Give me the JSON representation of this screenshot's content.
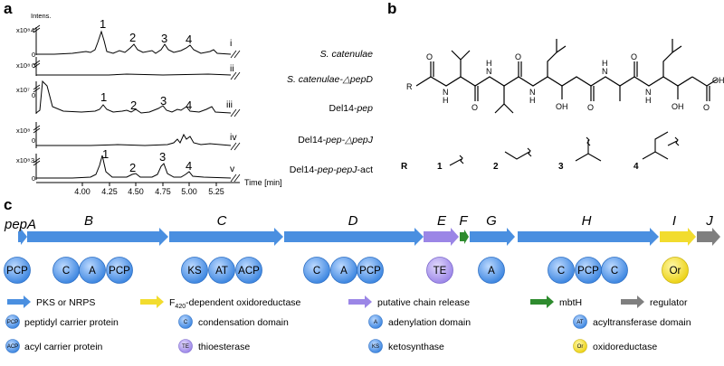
{
  "panel_a": {
    "letter": "a",
    "y_axis_title": "Intens.",
    "x_axis_title": "Time [min]",
    "x_ticks": [
      "4.00",
      "4.25",
      "4.50",
      "4.75",
      "5.00",
      "5.25"
    ],
    "traces": [
      {
        "roman": "i",
        "scale": "x10⁸",
        "ticks": [
          "4",
          "0"
        ],
        "label_plain": "S. catenulae",
        "label_italic": "",
        "label_after": "",
        "peaks": [
          "1",
          "2",
          "3",
          "4"
        ]
      },
      {
        "roman": "ii",
        "scale": "x10⁸",
        "ticks": [
          "4",
          "0"
        ],
        "label_plain": "S. catenulae-△",
        "label_italic": "pepD",
        "label_after": "",
        "peaks": []
      },
      {
        "roman": "iii",
        "scale": "x10⁷",
        "ticks": [
          "4",
          "0"
        ],
        "label_plain": "Del14-",
        "label_italic": "pep",
        "label_after": "",
        "peaks": [
          "1",
          "2",
          "3",
          "4"
        ]
      },
      {
        "roman": "iv",
        "scale": "x10⁸",
        "ticks": [
          "4",
          "0"
        ],
        "label_plain": "Del14-",
        "label_italic": "pep",
        "label_after": "-△pepJ",
        "peaks": []
      },
      {
        "roman": "v",
        "scale": "x10⁸",
        "ticks": [
          "3",
          "0"
        ],
        "label_plain": "Del14-",
        "label_italic": "pep-pepJ",
        "label_after": "-act",
        "peaks": [
          "1",
          "2",
          "3",
          "4"
        ]
      }
    ]
  },
  "panel_b": {
    "letter": "b",
    "atoms": {
      "R": "R",
      "N": "N",
      "H": "H",
      "O": "O",
      "OH": "OH"
    },
    "r_groups_title": "R",
    "r_groups": [
      "1",
      "2",
      "3",
      "4"
    ]
  },
  "panel_c": {
    "letter": "c",
    "genes": [
      "pepA",
      "B",
      "C",
      "D",
      "E",
      "F",
      "G",
      "H",
      "I",
      "J"
    ],
    "domains": {
      "pcp": "PCP",
      "c": "C",
      "a": "A",
      "ks": "KS",
      "at": "AT",
      "acp": "ACP",
      "te": "TE",
      "or": "Or"
    },
    "legend": {
      "pks": "PKS or NRPS",
      "f420_prefix": "F",
      "f420_sub": "420",
      "f420_suffix": "-dependent oxidoreductase",
      "chain_release": "putative chain release",
      "mbth": "mbtH",
      "regulator": "regulator",
      "pcp_text": "peptidyl carrier protein",
      "c_text": "condensation domain",
      "a_text": "adenylation domain",
      "at_text": "acyltransferase domain",
      "acp_text": "acyl carrier protein",
      "te_text": "thioesterase",
      "ks_text": "ketosynthase",
      "or_text": "oxidoreductase"
    },
    "colors": {
      "blue": "#4a8fe0",
      "yellow": "#f2dc2e",
      "purple": "#9b86e6",
      "green": "#2e8b2e",
      "gray": "#7f7f7f"
    }
  }
}
